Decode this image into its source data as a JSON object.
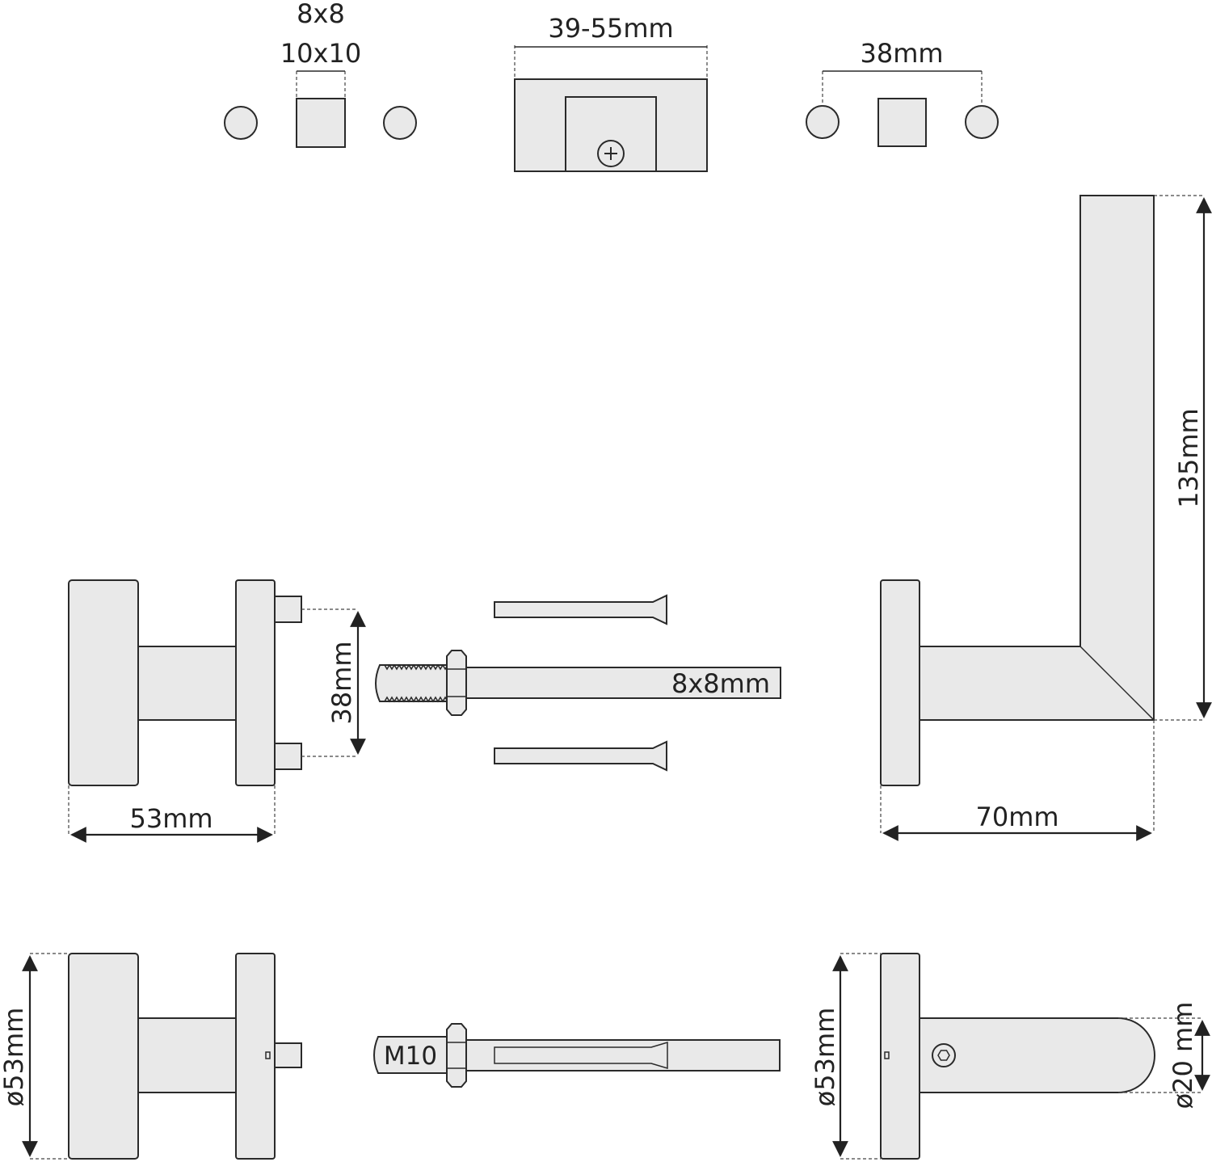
{
  "labels": {
    "square_a": "8x8",
    "square_b": "10x10",
    "thickness": "39-55mm",
    "hole_spacing_top": "38mm",
    "height_135": "135mm",
    "hole_spacing_side": "38mm",
    "spindle": "8x8mm",
    "knob_depth": "53mm",
    "lever_depth": "70mm",
    "rose_dia_left": "ø53mm",
    "thread": "M10",
    "rose_dia_right": "ø53mm",
    "lever_dia": "ø20 mm"
  }
}
